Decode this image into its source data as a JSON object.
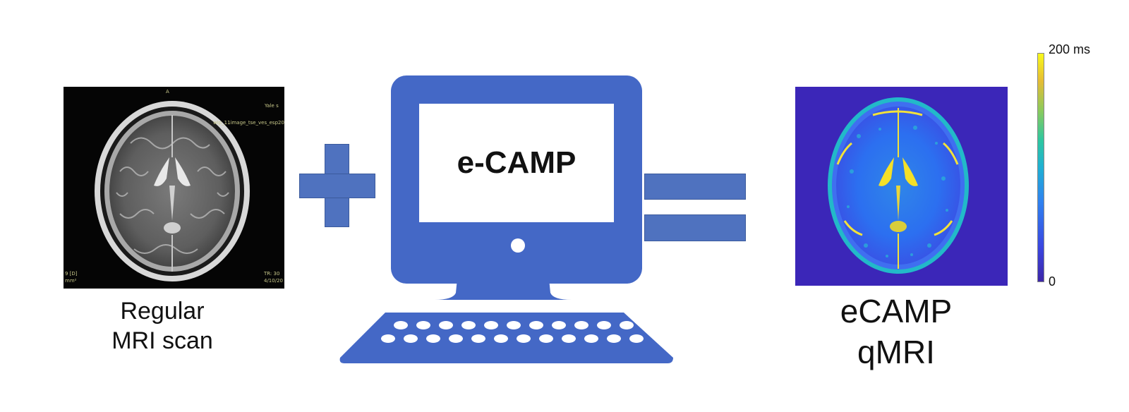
{
  "input": {
    "caption_line1": "Regular",
    "caption_line2": "MRI scan",
    "overlay": {
      "top_center": "A",
      "top_right": "Yale s",
      "series": "wip_11image_tse_ves_esp20",
      "bottom_left_1": "9 [D]",
      "bottom_left_2": "mm²",
      "bottom_right_1": "TR: 30",
      "bottom_right_2": "4/10/20"
    }
  },
  "operators": {
    "plus": "+",
    "equals": "="
  },
  "computer": {
    "screen_label": "e-CAMP",
    "icon": "computer-icon"
  },
  "output": {
    "caption_line1": "eCAMP",
    "caption_line2": "qMRI",
    "colorbar": {
      "max_label": "200 ms",
      "min_label": "0"
    }
  },
  "colors": {
    "accent_blue": "#4468c6",
    "operator_blue": "#4f72bf",
    "map_background": "#3b26b8"
  }
}
